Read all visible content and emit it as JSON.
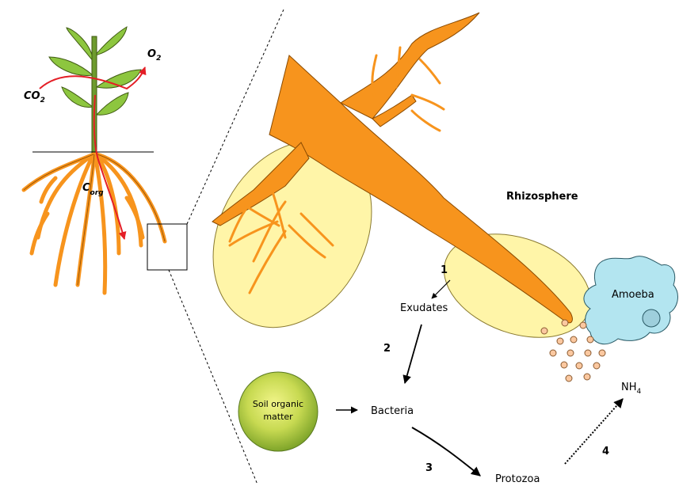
{
  "plant": {
    "co2_main": "CO",
    "co2_sub": "2",
    "o2_main": "O",
    "o2_sub": "2",
    "corg_main": "C",
    "corg_sub": "org"
  },
  "rhizosphere": {
    "title": "Rhizosphere"
  },
  "nodes": {
    "exudates": "Exudates",
    "bacteria": "Bacteria",
    "protozoa": "Protozoa",
    "amoeba": "Amoeba",
    "nh4_main": "NH",
    "nh4_sub": "4",
    "soil_line1": "Soil organic",
    "soil_line2": "matter"
  },
  "steps": {
    "s1": "1",
    "s2": "2",
    "s3": "3",
    "s4": "4"
  },
  "colors": {
    "root_orange": "#F7941D",
    "leaf_green": "#8DC63F",
    "stem_green": "#6E9B2E",
    "pale_yellow": "#FFF5A8",
    "amoeba_blue": "#B3E5F0",
    "soil_green": "#A8C83A",
    "red_arrow": "#E41E26",
    "pellet": "#FBC8A0"
  }
}
